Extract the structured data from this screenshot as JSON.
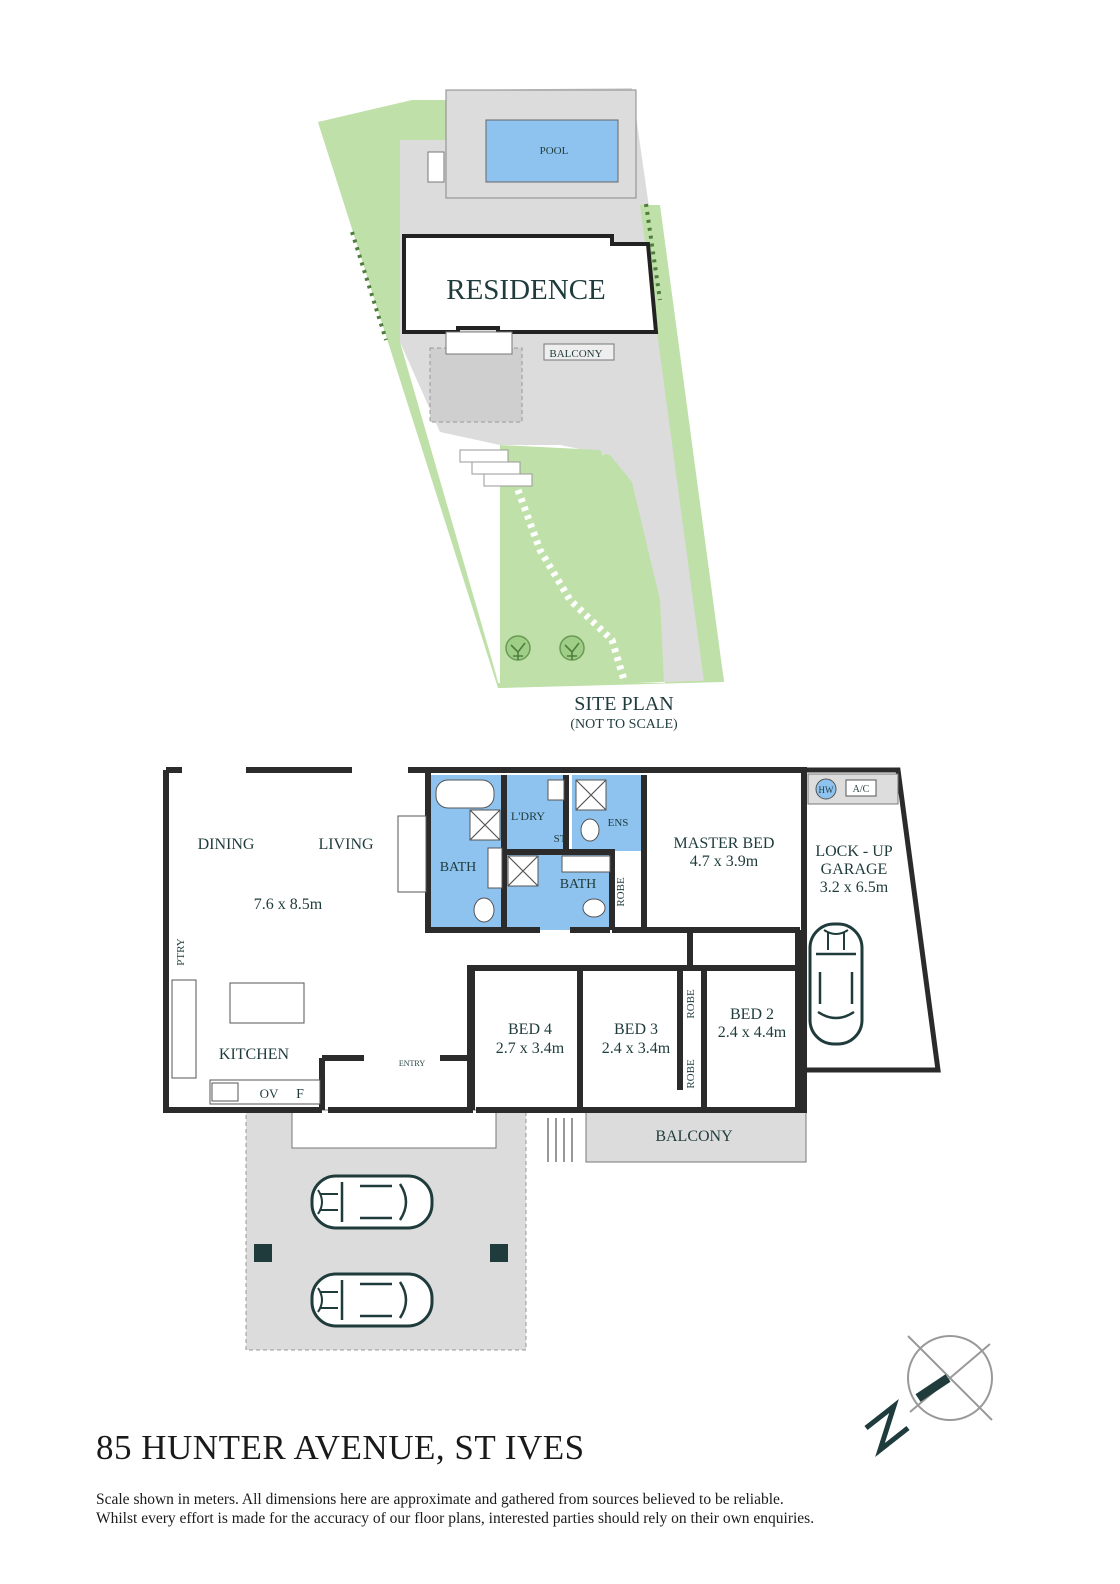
{
  "site_plan": {
    "title": "SITE PLAN",
    "subtitle": "(NOT TO SCALE)",
    "labels": {
      "pool": "POOL",
      "residence": "RESIDENCE",
      "balcony": "BALCONY"
    }
  },
  "floor_plan": {
    "rooms": {
      "dining": "DINING",
      "living": "LIVING",
      "living_dim": "7.6 x 8.5m",
      "kitchen": "KITCHEN",
      "pantry": "PTRY",
      "bath1": "BATH",
      "laundry": "L'DRY",
      "store": "ST",
      "ensuite": "ENS",
      "bath2": "BATH",
      "master": "MASTER BED",
      "master_dim": "4.7 x 3.9m",
      "robe1": "ROBE",
      "robe2": "ROBE",
      "robe3": "ROBE",
      "garage1": "LOCK - UP",
      "garage2": "GARAGE",
      "garage_dim": "3.2 x 6.5m",
      "hw": "HW",
      "ac": "A/C",
      "bed4": "BED 4",
      "bed4_dim": "2.7 x 3.4m",
      "bed3": "BED 3",
      "bed3_dim": "2.4 x 3.4m",
      "bed2": "BED 2",
      "bed2_dim": "2.4 x 4.4m",
      "entry": "ENTRY",
      "oven": "OV",
      "fridge": "F",
      "balcony": "BALCONY"
    }
  },
  "address": "85 HUNTER AVENUE, ST IVES",
  "disclaimer": [
    "Scale shown in meters. All dimensions here are approximate and gathered from sources believed to be reliable.",
    "Whilst every effort is made for the accuracy of our floor plans, interested parties should rely on their own enquiries."
  ],
  "colors": {
    "lawn": "#bfe0a8",
    "paving": "#dcdcdc",
    "pool": "#8ec3f0",
    "wet_area": "#8ec3f0",
    "wall": "#2b2b2b",
    "text": "#1f3b3b"
  },
  "icons": [
    "north-arrow-icon",
    "car-icon",
    "tree-icon",
    "toilet-icon",
    "bathtub-icon"
  ]
}
